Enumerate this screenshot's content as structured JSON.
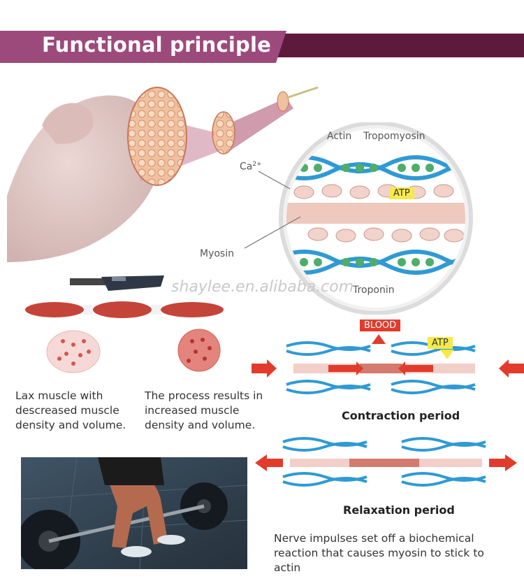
{
  "header": {
    "title": "Functional principle",
    "colors": {
      "accent": "#9c4a7c",
      "dark": "#5e1a3c"
    }
  },
  "diagram": {
    "labels": {
      "actin": "Actin",
      "tropomyosin": "Tropomyosin",
      "calcium": "Ca",
      "calcium_sup": "2+",
      "atp": "ATP",
      "myosin": "Myosin",
      "troponin": "Troponin"
    }
  },
  "watermark": "shaylee.en.alibaba.com",
  "process": {
    "before_caption": "Lax muscle with descreased muscle density and volume.",
    "after_caption": "The process results in increased muscle density and volume."
  },
  "contraction": {
    "blood_label": "BLOOD",
    "atp_label": "ATP",
    "title": "Contraction period"
  },
  "relaxation": {
    "title": "Relaxation period"
  },
  "footer_text": "Nerve impulses set off a biochemical reaction that causes myosin to stick to actin"
}
